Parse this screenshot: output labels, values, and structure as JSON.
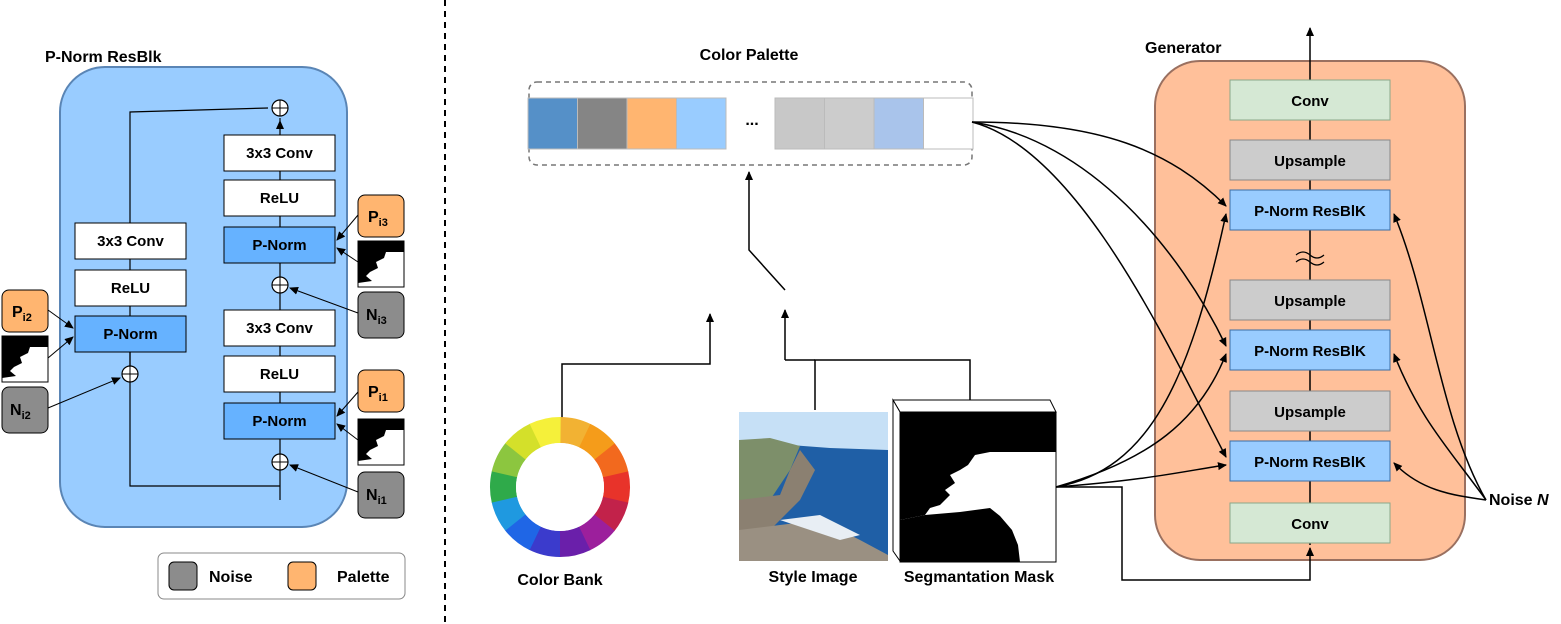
{
  "left_panel": {
    "title": "P-Norm ResBlk",
    "conv_label": "3x3 Conv",
    "relu_label": "ReLU",
    "pnorm_label": "P-Norm",
    "palette_letter": "P",
    "noise_letter": "N",
    "sub_i1": "i1",
    "sub_i2": "i2",
    "sub_i3": "i3"
  },
  "legend": {
    "noise": "Noise",
    "palette": "Palette",
    "noise_color": "#8c8c8c",
    "palette_color": "#ffb570"
  },
  "middle": {
    "palette_title": "Color Palette",
    "ellipsis": "...",
    "palette_swatches_left": [
      "#5590c8",
      "#858585",
      "#ffb570",
      "#99ccff"
    ],
    "palette_swatches_right": [
      "#c8c8c8",
      "#cccccc",
      "#a9c4eb",
      "#ffffff"
    ],
    "color_bank_label": "Color Bank",
    "style_image_label": "Style Image",
    "seg_mask_label": "Segmantation Mask"
  },
  "generator": {
    "title": "Generator",
    "conv_label": "Conv",
    "upsample_label": "Upsample",
    "resblk_label": "P-Norm ResBlK",
    "noise_label": "Noise",
    "noise_var": "N"
  },
  "colors": {
    "panel_blue": "#99ccff",
    "pnorm_blue": "#66b2ff",
    "generator_orange": "#ffc09a",
    "conv_green": "#d5e8d4",
    "upsample_gray": "#cccccc",
    "ring": [
      "#f2b233",
      "#f59c1a",
      "#f2691e",
      "#e8332a",
      "#c2224a",
      "#9c1f9c",
      "#6a1faa",
      "#3b3bcc",
      "#1f66e6",
      "#1f99e0",
      "#2faa4a",
      "#8cc63f",
      "#d4e02a",
      "#f5f03a"
    ]
  }
}
